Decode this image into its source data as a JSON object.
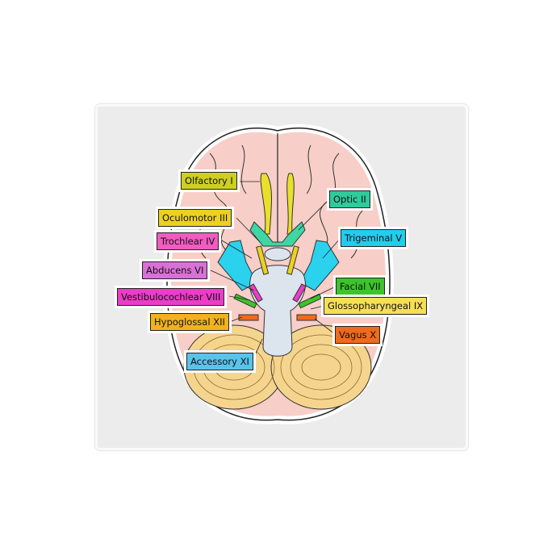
{
  "labels": {
    "olfactory": {
      "text": "Olfactory I",
      "color": "#cfcf22"
    },
    "optic": {
      "text": "Optic II",
      "color": "#2ecc9a"
    },
    "oculomotor": {
      "text": "Oculomotor III",
      "color": "#ecd21e"
    },
    "trochlear": {
      "text": "Trochlear IV",
      "color": "#f05cc0"
    },
    "trigeminal": {
      "text": "Trigeminal V",
      "color": "#22cdee"
    },
    "abducens": {
      "text": "Abducens VI",
      "color": "#d870d8"
    },
    "facial": {
      "text": "Facial VII",
      "color": "#3cc52a"
    },
    "vestibulocochlear": {
      "text": "Vestibulocochlear VIII",
      "color": "#e83ec8"
    },
    "glossopharyngeal": {
      "text": "Glossopharyngeal IX",
      "color": "#f5df55"
    },
    "vagus": {
      "text": "Vagus X",
      "color": "#f06a1e"
    },
    "accessory": {
      "text": "Accessory XI",
      "color": "#58c4ea"
    },
    "hypoglossal": {
      "text": "Hypoglossal XII",
      "color": "#f2b21e"
    }
  },
  "colors": {
    "brain": "#f7cfc8",
    "cerebellum": "#f5d58e",
    "brainstem": "#dce4ee"
  }
}
